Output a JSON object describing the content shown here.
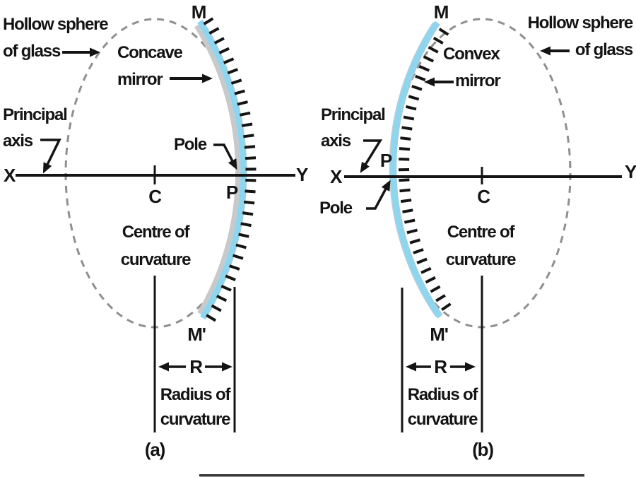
{
  "colors": {
    "ink": "#141414",
    "mirror_blue": "#8ed5ef",
    "mirror_shadow": "#c9c9c9",
    "sphere_dash": "#8f8f8f"
  },
  "diagram_a": {
    "hollow_sphere": [
      "Hollow sphere",
      "of glass"
    ],
    "mirror_label": [
      "Concave",
      "mirror"
    ],
    "principal_axis": [
      "Principal",
      "axis"
    ],
    "pole_label": "Pole",
    "axis_left": "X",
    "axis_right": "Y",
    "centre_point": "C",
    "pole_point": "P",
    "mirror_top": "M",
    "mirror_bottom": "M'",
    "centre_of_curvature": [
      "Centre of",
      "curvature"
    ],
    "radius_symbol": "R",
    "radius_of_curvature": [
      "Radius of",
      "curvature"
    ],
    "caption": "(a)"
  },
  "diagram_b": {
    "hollow_sphere": [
      "Hollow sphere",
      "of glass"
    ],
    "mirror_label": [
      "Convex",
      "mirror"
    ],
    "principal_axis": [
      "Principal",
      "axis"
    ],
    "pole_label": "Pole",
    "axis_left": "X",
    "axis_right": "Y",
    "centre_point": "C",
    "pole_point": "P",
    "mirror_top": "M",
    "mirror_bottom": "M'",
    "centre_of_curvature": [
      "Centre of",
      "curvature"
    ],
    "radius_symbol": "R",
    "radius_of_curvature": [
      "Radius of",
      "curvature"
    ],
    "caption": "(b)"
  }
}
